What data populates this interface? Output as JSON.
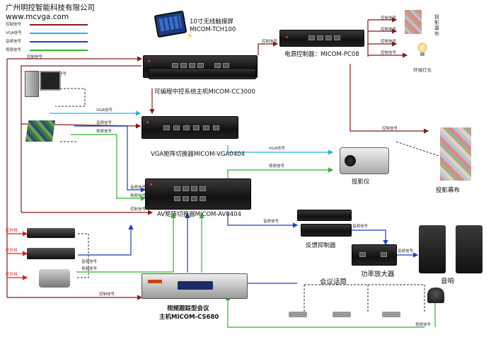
{
  "header": {
    "company": "广州明控智能科技有限公司",
    "website": "www.mcvga.com"
  },
  "legend": [
    {
      "label": "控制信号",
      "color": "#8b1a1a"
    },
    {
      "label": "VGA信号",
      "color": "#27b3e0"
    },
    {
      "label": "音频信号",
      "color": "#1f3fbf"
    },
    {
      "label": "视频信号",
      "color": "#2bb82b"
    }
  ],
  "devices": {
    "touch_panel": "10寸无线触摸屏MICOM-TCH100",
    "host": "可编程中控系统主机MICOM-CC3000",
    "power": "电源控制器：MICOM-PC08",
    "vga_matrix": "VGA矩阵切换器MICOM-VGA0404",
    "av_matrix": "AV矩阵切换器MICOM-AV0404",
    "projector": "投影仪",
    "screen_right": "投影幕布",
    "screen_top": "投影幕布",
    "lights": "环境灯光",
    "feedback": "反馈抑制器",
    "amp": "功率放大器",
    "speakers": "音响",
    "conference": "视频跟踪型会议",
    "conference2": "主机MICOM-CS680",
    "mics": "会议话筒"
  },
  "signals": {
    "control": "控制信号",
    "vga": "VGA信号",
    "audio": "音频信号",
    "video": "视频信号",
    "ir": "红外线"
  },
  "colors": {
    "control": "#8b1a1a",
    "vga": "#27b3e0",
    "audio": "#1f3fbf",
    "video": "#2bb82b",
    "ir": "#e02020"
  }
}
